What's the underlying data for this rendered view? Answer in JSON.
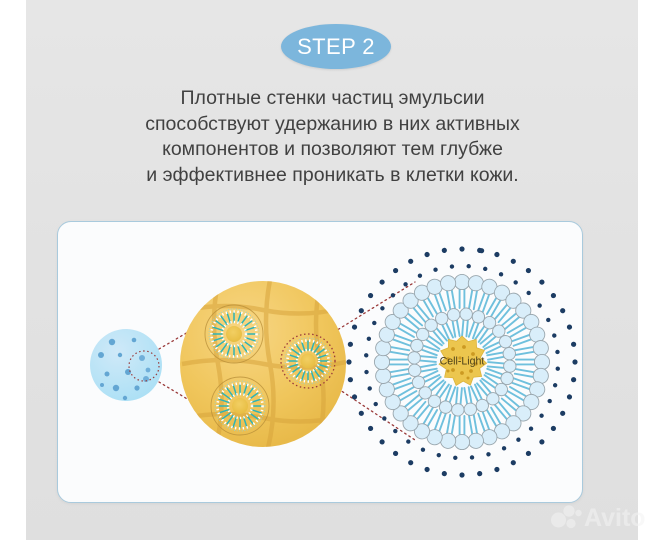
{
  "step_badge": {
    "label": "STEP 2"
  },
  "headline": {
    "lines": [
      "Плотные стенки частиц эмульсии",
      "способствуют удержанию в них активных",
      "компонентов и позволяют тем глубже",
      "и эффективнее проникать в клетки кожи."
    ]
  },
  "diagram": {
    "core_label": "Cell-Light",
    "stages": [
      {
        "name": "emulsion-droplet",
        "description": "blue droplet with dispersed particles"
      },
      {
        "name": "emulsion-particle",
        "description": "golden particle with three micelles"
      },
      {
        "name": "micelle-detail",
        "description": "bilayer micelle enclosing active core"
      }
    ]
  },
  "watermark": {
    "label": "Avito"
  },
  "colors": {
    "background": "#e3e3e3",
    "letterbox": "#ffffff",
    "badge": "#7cb6dc",
    "badge_text": "#ffffff",
    "headline_text": "#414141",
    "card_background": "#fbfcfd",
    "card_border": "#a9cadd",
    "droplet_blue": "#b6ddf2",
    "droplet_dot": "#63a6d3",
    "particle_gold": "#f2c75c",
    "particle_grid": "#dda93f",
    "micelle_teal": "#2fb3b6",
    "micelle_core": "#f0b429",
    "head_fill": "#d9eefa",
    "head_stroke": "#9aa7ae",
    "tail_blue": "#6fc0dd",
    "outer_dots": "#1c3c63",
    "connector": "#9a3a3a",
    "core_star": "#ecc64e",
    "core_text": "#5a4a15",
    "watermark": "#f2f2f2"
  }
}
